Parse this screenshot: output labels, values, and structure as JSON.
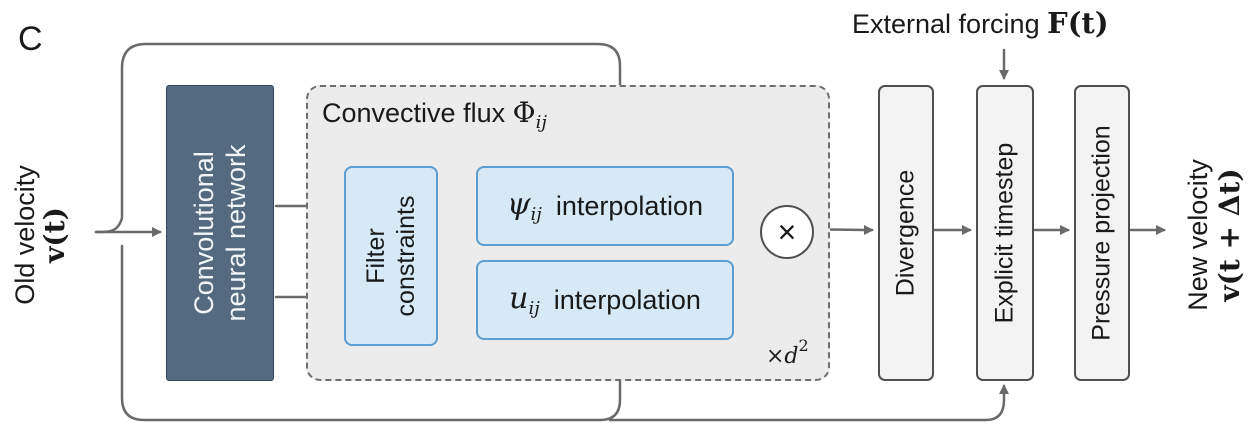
{
  "panel_letter": "C",
  "input": {
    "label": "Old velocity",
    "symbol": "v(t)"
  },
  "output": {
    "label": "New velocity",
    "symbol": "v(t + Δt)"
  },
  "cnn": {
    "line1": "Convolutional",
    "line2": "neural network"
  },
  "convective_flux": {
    "label": "Convective flux",
    "symbol": "Φ",
    "subscript": "ij",
    "repeat": "×d",
    "repeat_power": "2"
  },
  "filter": {
    "line1": "Filter",
    "line2": "constraints"
  },
  "psi_interp": {
    "symbol": "ψ",
    "subscript": "ij",
    "label": "interpolation"
  },
  "u_interp": {
    "symbol": "u",
    "subscript": "ij",
    "label": "interpolation"
  },
  "multiply": {
    "symbol": "×"
  },
  "divergence": {
    "label": "Divergence"
  },
  "explicit": {
    "label": "Explicit timestep"
  },
  "forcing": {
    "label": "External forcing",
    "symbol": "F(t)"
  },
  "pressure": {
    "label": "Pressure projection"
  }
}
